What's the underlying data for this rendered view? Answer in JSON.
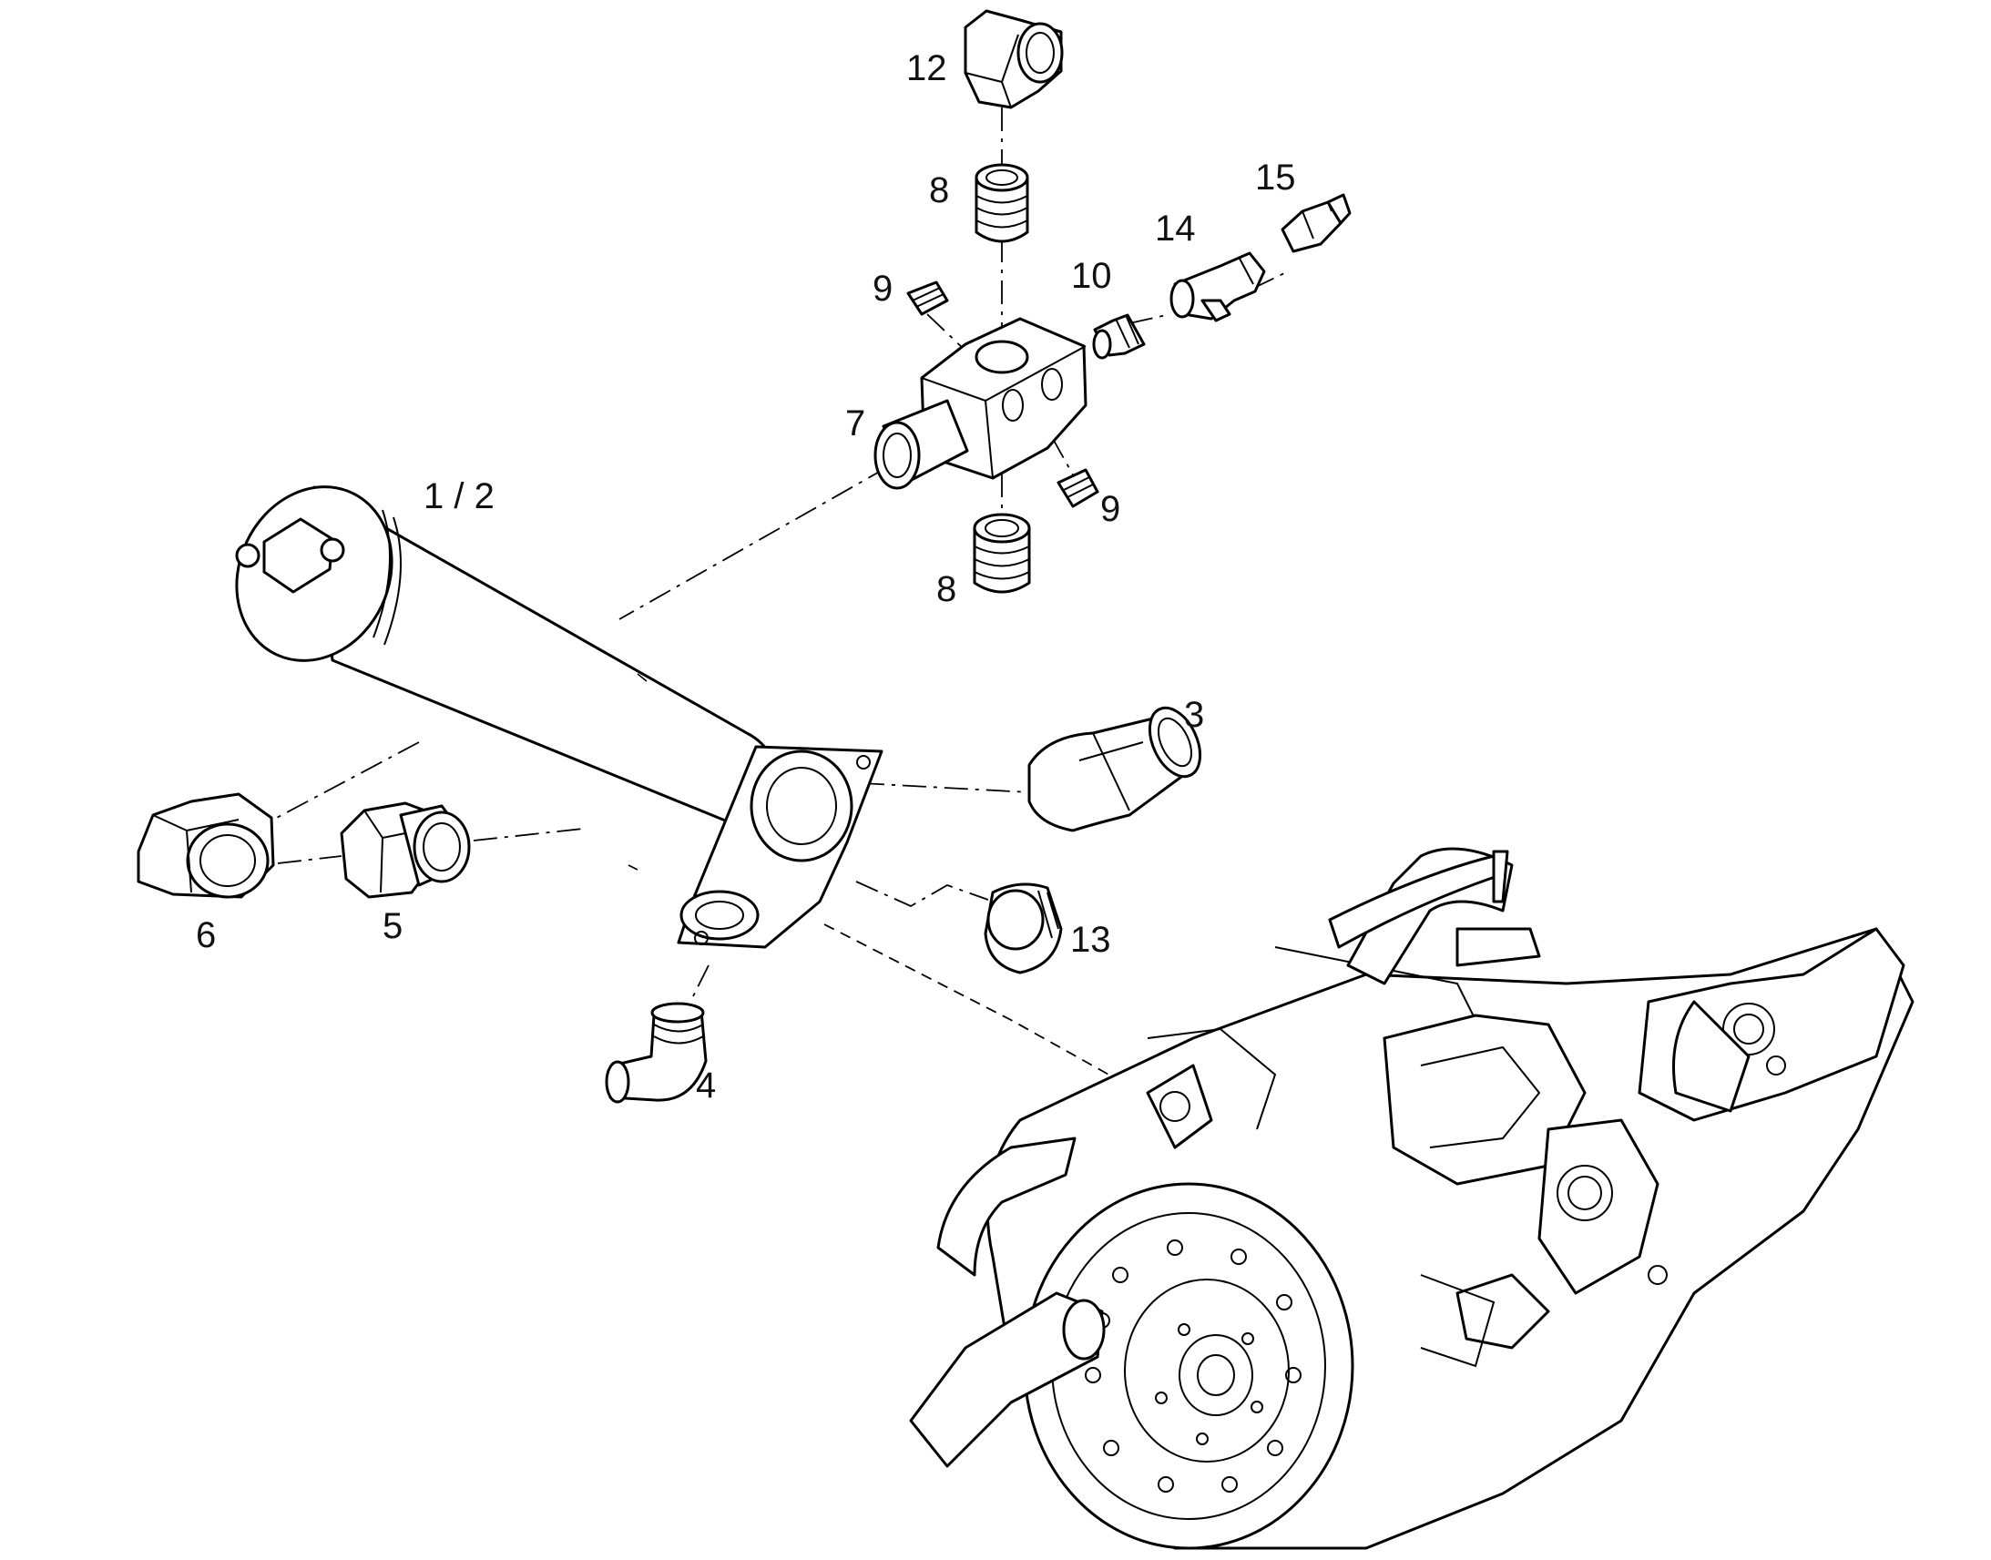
{
  "callouts": {
    "c12": "12",
    "c8_top": "8",
    "c15": "15",
    "c14": "14",
    "c9_top": "9",
    "c10": "10",
    "c7": "7",
    "c1_2": "1 / 2",
    "c9_bottom": "9",
    "c8_bottom": "8",
    "c3": "3",
    "c6": "6",
    "c5": "5",
    "c13": "13",
    "c4": "4"
  }
}
